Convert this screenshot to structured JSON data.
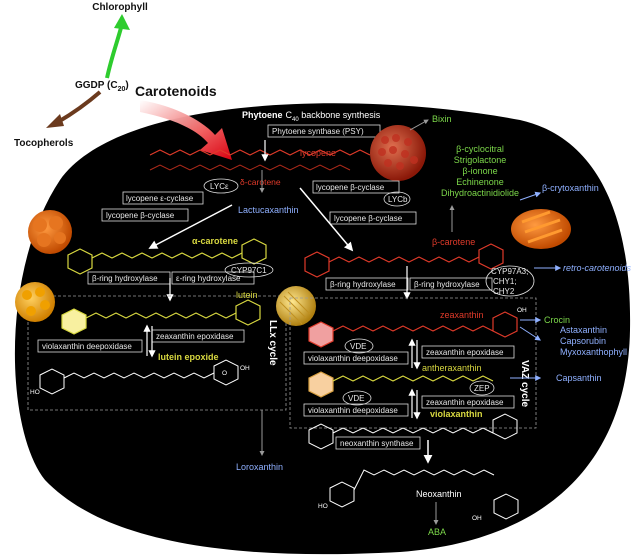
{
  "top": {
    "chlorophyll": "Chlorophyll",
    "ggdp": "GGDP (C",
    "ggdp_sub": "20",
    "ggdp_close": ")",
    "tocopherols": "Tocopherols",
    "carotenoids": "Carotenoids"
  },
  "header": {
    "phytoene": "Phytoene",
    "c40": "C",
    "c40_sub": "40",
    "backbone": " backbone synthesis"
  },
  "enzymes": {
    "psy": "Phytoene synthase (PSY)",
    "lyce": "LYCε",
    "lycb_ell": "LYCb",
    "lycopene_e_cyclase": "lycopene ε-cyclase",
    "lycopene_b_cyclase_left": "lycopene β-cyclase",
    "lycopene_b_cyclase_mid": "lycopene β-cyclase",
    "lycopene_b_cyclase_right": "lycopene β-cyclase",
    "b_ring_left": "β-ring hydroxylase",
    "e_ring_left": "ε-ring hydroxylase",
    "cyp97c1": "CYP97C1",
    "b_ring_right1": "β-ring hydroxylase",
    "b_ring_right2": "β-ring hydroxylase",
    "cyp97a3_1": "CYP97A3;",
    "cyp97a3_2": "CHY1;",
    "cyp97a3_3": "CHY2",
    "zep_left": "zeaxanthin epoxidase",
    "vde_left": "violaxanthin deepoxidase",
    "vde_ell1": "VDE",
    "zep_right1": "zeaxanthin epoxidase",
    "vde_right1": "violaxanthin deepoxidase",
    "zep_ell": "ZEP",
    "vde_ell2": "VDE",
    "zep_right2": "zeaxanthin epoxidase",
    "vde_right2": "violaxanthin deepoxidase",
    "nxs": "neoxanthin synthase"
  },
  "compounds": {
    "lycopene": "lycopene",
    "d_carotene": "δ-carotene",
    "lactucaxanthin": "Lactucaxanthin",
    "a_carotene": "α-carotene",
    "b_carotene": "β-carotene",
    "lutein": "lutein",
    "lutein_epoxide": "lutein epoxide",
    "zeaxanthin": "zeaxanthin",
    "antheraxanthin": "antheraxanthin",
    "violaxanthin": "violaxanthin",
    "neoxanthin": "Neoxanthin",
    "aba": "ABA",
    "loroxanthin": "Loroxanthin",
    "bixin": "Bixin",
    "apo_list": [
      "β-cyclocitral",
      "Strigolactone",
      "β-ionone",
      "Echinenone",
      "Dihydroactinidiolide"
    ],
    "b_cryptoxanthin": "β-crytoxanthin",
    "retro": "retro-carotenoids",
    "crocin": "Crocin",
    "ketos": [
      "Astaxanthin",
      "Capsorubin",
      "Myxoxanthophyll"
    ],
    "capsanthin": "Capsanthin"
  },
  "cycles": {
    "llx": "LLx cycle",
    "vaz": "VAZ cycle"
  },
  "ring_labels": {
    "ho": "HO",
    "oh": "OH",
    "o": "O"
  },
  "colors": {
    "background_blob": "#000000",
    "pathway_white": "#ffffff",
    "chlorophyll_arrow": "#2ecc2e",
    "tocopherol_arrow": "#6b3a1e",
    "carotenoid_arrow": "#e0202a",
    "lycopene_red": "#e03a2a",
    "yellow_chain": "#d8d840",
    "green_text": "#7cd84a",
    "blue_text": "#8fb0ff"
  }
}
